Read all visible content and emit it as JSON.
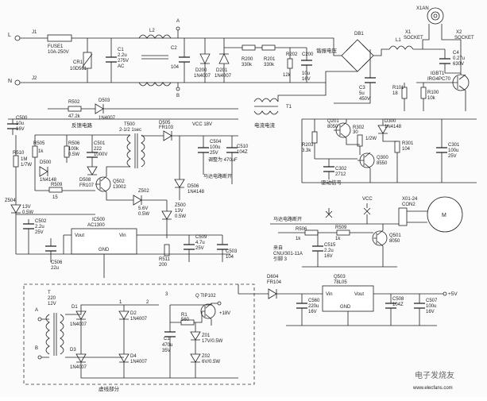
{
  "labels": {
    "j1": "J1",
    "j2": "J2",
    "L": "L",
    "N": "N",
    "fuse": "FUSE1",
    "fuse_val": "10A-250V",
    "c1": "C1",
    "c1_v": "2.2u",
    "c1_v2": "275V",
    "c1_ac": "AC",
    "cr1": "CR1",
    "cr1_v": "10D561",
    "l2": "L2",
    "c2": "C2",
    "c2_v": "104",
    "a": "A",
    "b": "B",
    "d200": "D200",
    "d200_v": "1N4007",
    "d201": "D201",
    "d201_v": "1N4007",
    "r200": "R200",
    "r200_v": "330k",
    "r201": "R201",
    "r201_v": "330k",
    "r202": "R202",
    "r202_v": "12k",
    "c200": "C200",
    "c200_v": "10u",
    "c200_v2": "16V",
    "db1": "DB1",
    "harmonic_res": "谐振电压",
    "l1": "L1",
    "c3": "C3",
    "c3_v": "5u",
    "c3_v2": "450V",
    "x1an": "X1AN",
    "x1": "X1",
    "x1_s": "SOCKET",
    "x2": "X2",
    "x2_s": "SOCKET",
    "c4": "C4",
    "c4_v": "0.27u",
    "c4_v2": "630V",
    "igbt1": "IGBT1",
    "igbt1_v": "IRG4PC70",
    "r100": "R100",
    "r100_v": "10k",
    "r101": "R101",
    "r101_v": "18",
    "t1": "T1",
    "current_res": "电流电流",
    "r502": "R502",
    "r502_v": "47.2k",
    "d503": "D503",
    "d503_v": "1N4007",
    "c500": "C500",
    "c500_v": "10u",
    "c500_v2": "16V",
    "feedback": "反馈电路",
    "t500": "T500",
    "t500_v": "2-1/2 1sec",
    "d505": "D505",
    "d505_v": "FR103",
    "vcc18": "VCC 18V",
    "r505": "R505",
    "r505_v": "1k",
    "r506": "R506",
    "r506_v": "100k",
    "r506_v2": "0.5W",
    "c501": "C501",
    "c501_v": "222",
    "c501_v2": "1000V",
    "d508": "D508",
    "d508_v": "FR107",
    "r510": "R510",
    "r510_v": "1M",
    "r510_v2": "1/7W",
    "d500": "D500",
    "d500_v": "1N4148",
    "r509": "R509",
    "r509_v": "15",
    "q502": "Q502",
    "q502_v": "13002",
    "c504": "C504",
    "c504_v": "100u",
    "c504_v2": "25V",
    "adj": "调整为 470uF",
    "c510": "C510",
    "c510_v": "104Z",
    "fan_break": "马达电路断开",
    "z504": "Z504",
    "z504_v": "13V",
    "z504_v2": "0.5W",
    "d506": "D506",
    "d506_v": "1N4148",
    "z502": "Z502",
    "z502_v": "5.6V",
    "z502_v2": "0.5W",
    "z500": "Z500",
    "z500_v": "13V",
    "z500_v2": "0.5W",
    "c502": "C502",
    "c502_v": "2.2u",
    "c502_v2": "25V",
    "ic500": "IC500",
    "ic500_v": "AC1300",
    "vout": "Vout",
    "vin": "Vin",
    "gnd": "GND",
    "c506": "C506",
    "c506_v": "22u",
    "r511": "R511",
    "r511_v": "200",
    "c503": "C503",
    "c503_v": "104",
    "c509": "C509",
    "c509_v": "4.7u",
    "c509_v2": "25V",
    "q201": "Q201",
    "q201_v": "8050",
    "r302": "R302",
    "r302_v": "30",
    "r302_v2": "1/2W",
    "r203": "R203",
    "r203_v": "3.3k",
    "d300": "D300",
    "d300_v": "1N4148",
    "r301": "R301",
    "r301_v": "104",
    "q300": "Q300",
    "q300_v": "8550",
    "c302": "C302",
    "c302_v": "2712",
    "drive_sig": "驱动信号",
    "c301": "C301",
    "c301_v": "100u",
    "c301_v2": "25V",
    "vcc": "VCC",
    "r506b": "R506",
    "r506b_v": "1k",
    "r509b": "R509",
    "r509b_v": "1k",
    "q501": "Q501",
    "q501_v": "8050",
    "relay": "来自",
    "relay_v": "CNU/301-11A",
    "relay_v2": "引脚 3",
    "c515": "C515",
    "c515_v": "2.2u",
    "c515_v2": "16V",
    "x01": "X01-24",
    "con2": "CON2",
    "motor": "M",
    "d604": "D604",
    "d604_v": "FR104",
    "q503": "Q503",
    "q503_v": "78L05",
    "c560": "C560",
    "c560_v": "220u",
    "c560_v2": "16V",
    "c508": "C508",
    "c508_v": "104Z",
    "c507": "C507",
    "c507_v": "100u",
    "c507_v2": "16V",
    "plus5": "+5V",
    "t_main": "T",
    "t220": "220",
    "t12": "12V",
    "d1": "D1",
    "d1_v": "1N4007",
    "d2": "D2",
    "d2_v": "1N4007",
    "d3": "D3",
    "d3_v": "1N4007",
    "d4": "D4",
    "d4_v": "1N4007",
    "c_filt": "C1",
    "c_filt_v": "470u",
    "c_filt_v2": "35V",
    "r1": "R1",
    "r1_v": "560",
    "q_tip": "Q TIP102",
    "z01": "Z01",
    "z01_v": "17V/0.5W",
    "z02": "Z02",
    "z02_v": "6V/0.5W",
    "plus18": "+18V",
    "n1": "1",
    "n2": "2",
    "n3": "3",
    "na": "A",
    "nb": "B",
    "repair": "虚线部分",
    "watermark": "电子发烧友",
    "watermark2": "www.elecfans.com"
  }
}
